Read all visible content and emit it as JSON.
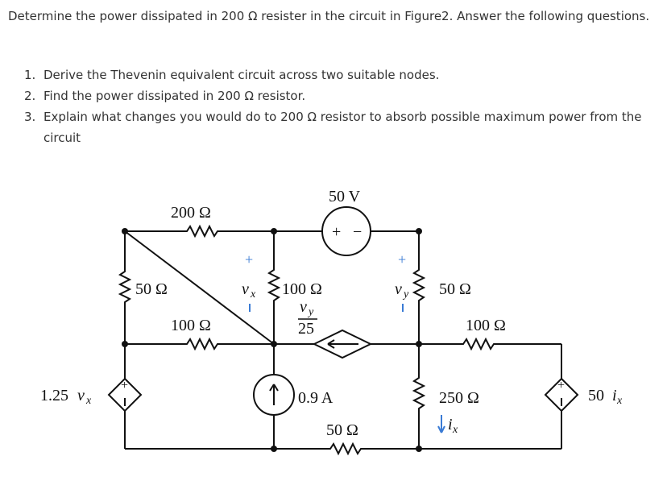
{
  "intro": "Determine the power dissipated in 200 Ω resister in the circuit in Figure2. Answer the following questions.",
  "questions": [
    {
      "num": "1.",
      "text": "Derive the Thevenin equivalent circuit across two suitable nodes."
    },
    {
      "num": "2.",
      "text": "Find the power dissipated in 200 Ω resistor."
    },
    {
      "num": "3.",
      "text": "Explain what changes you would do to 200 Ω resistor to absorb possible maximum power from the circuit"
    }
  ],
  "circuit": {
    "r_top": "200 Ω",
    "r_left": "50 Ω",
    "r_mid_left": "100 Ω",
    "r_center": "100 Ω",
    "v_source": "50 V",
    "r_right_top": "50 Ω",
    "r_right_mid": "100 Ω",
    "r_right_bottom": "250 Ω",
    "r_bottom": "50 Ω",
    "i_source": "0.9 A",
    "dep_left": "1.25",
    "dep_right": "50",
    "vx_label": "v",
    "vx_sub": "x",
    "vy_label": "v",
    "vy_sub": "y",
    "frac_num_v": "v",
    "frac_num_sub": "y",
    "frac_den": "25",
    "ix_label": "i",
    "ix_sub": "x",
    "plus": "+",
    "minus": "−"
  }
}
